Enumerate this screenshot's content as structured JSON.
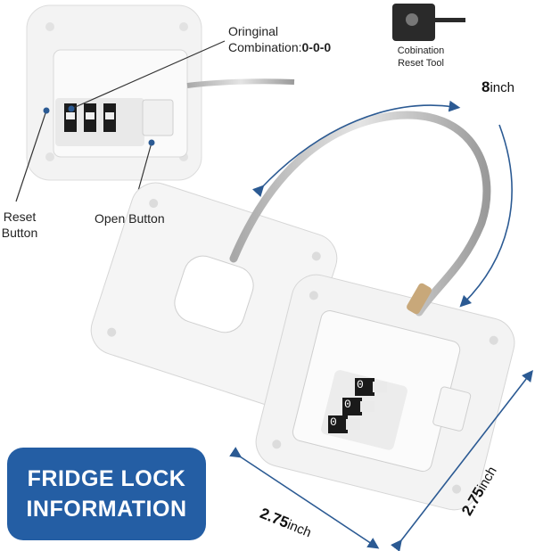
{
  "callouts": {
    "original_combination": {
      "line1": "Oringinal",
      "line2_prefix": "Combination:",
      "line2_value": "0-0-0"
    },
    "reset_tool": {
      "line1": "Cobination",
      "line2": "Reset Tool"
    },
    "reset_button": {
      "line1": "Reset",
      "line2": "Button"
    },
    "open_button": "Open Button"
  },
  "dimensions": {
    "cable": {
      "value": "8",
      "unit": "inch"
    },
    "width": {
      "value": "2.75",
      "unit": "inch"
    },
    "height": {
      "value": "2.75",
      "unit": "inch"
    }
  },
  "badge": {
    "line1": "FRIDGE LOCK",
    "line2": "INFORMATION"
  },
  "dials": [
    "0",
    "0",
    "0"
  ],
  "colors": {
    "badge": "#245ea4",
    "arrow": "#2b5a93",
    "lock_body": "#f4f4f4"
  },
  "icons": {
    "tool": "key-tool-icon"
  }
}
